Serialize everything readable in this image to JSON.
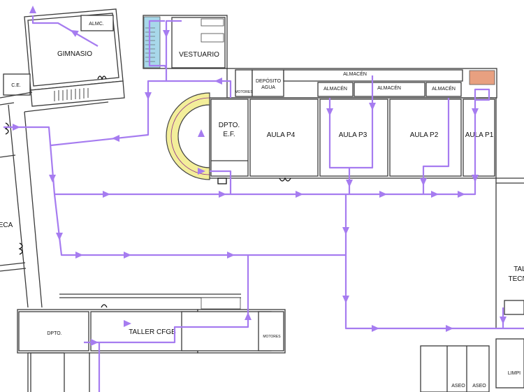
{
  "plan": {
    "rooms": {
      "gimnasio": "GIMNASIO",
      "almc": "ALMC.",
      "vestuario": "VESTUARIO",
      "ce": "C.E.",
      "deposito_1": "DEPÓSITO",
      "deposito_2": "AGUA",
      "motores_top": "MOTORES",
      "almacen_long": "ALMACÉN",
      "almacen_a": "ALMACÉN",
      "almacen_b": "ALMACÉN",
      "almacen_c": "ALMACÉN",
      "dpto_ef_1": "DPTO.",
      "dpto_ef_2": "E.F.",
      "aula_p4": "AULA P4",
      "aula_p3": "AULA P3",
      "aula_p2": "AULA P2",
      "aula_p1": "AULA P1",
      "biblioteca_partial": "ECA",
      "taller_tecno_1": "TAL",
      "taller_tecno_2": "TECNO",
      "dpto": "DPTO.",
      "taller_cfgb": "TALLER CFGB",
      "motores_bottom": "MOTORES",
      "aseo_1": "ASEO",
      "aseo_2": "ASEO",
      "limpieza_partial": "LIMPI"
    },
    "colors": {
      "route": "#a67cf0",
      "stair_blue": "#a8d8ea",
      "stair_yellow": "#f3ee9a",
      "stair_red": "#e8a080"
    }
  }
}
